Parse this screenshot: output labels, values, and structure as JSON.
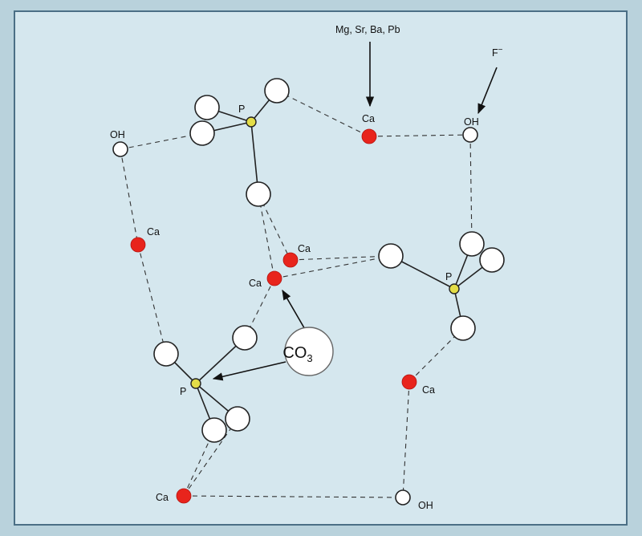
{
  "colors": {
    "outer_border": "#9fbfcc",
    "panel_fill": "#d5e7ee",
    "panel_stroke": "#4b6f85",
    "oxygen_fill": "#ffffff",
    "calcium_fill": "#e8241c",
    "phosphorus_fill": "#e3dd47",
    "line": "#222222"
  },
  "labels": {
    "p_top": "P",
    "p_right": "P",
    "p_bottom": "P",
    "ca_top": "Ca",
    "ca_left": "Ca",
    "ca_mid_upper": "Ca",
    "ca_mid_lower": "Ca",
    "ca_right": "Ca",
    "ca_bottom": "Ca",
    "oh_left": "OH",
    "oh_right": "OH",
    "oh_bottom": "OH",
    "substituents_cations": "Mg, Sr, Ba, Pb",
    "substituent_fluoride": "F",
    "fluoride_charge": "−",
    "carbonate_co": "CO",
    "carbonate_sub": "3"
  }
}
